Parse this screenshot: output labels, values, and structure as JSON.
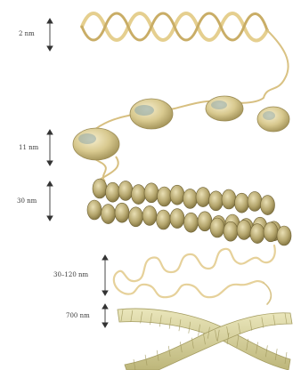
{
  "diagram": {
    "levels": [
      {
        "id": "dna",
        "label": "2 nm"
      },
      {
        "id": "beads",
        "label": "11 nm"
      },
      {
        "id": "fiber",
        "label": "30 nm"
      },
      {
        "id": "loops",
        "label": "30–120 nm"
      },
      {
        "id": "chromosome",
        "label": "700 nm"
      }
    ],
    "colors": {
      "strand": "#e8d296",
      "strand_edge": "#b89a52",
      "nucleosome": "#ddd0a0",
      "nucleosome_dark": "#9a8a52",
      "nucleosome_tint": "#8fa8a8",
      "fiber": "#cbbd86",
      "chromosome": "#d9d49d",
      "arrow": "#333333"
    }
  }
}
